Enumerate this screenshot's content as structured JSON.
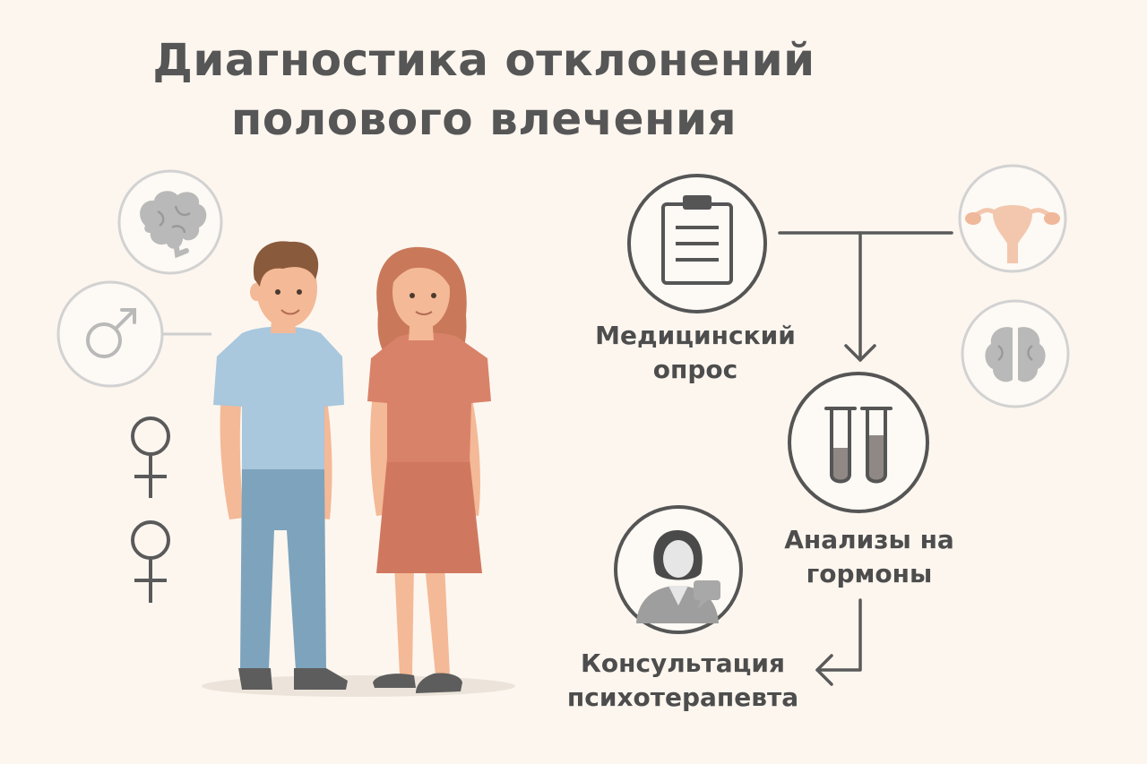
{
  "title": {
    "line1": "Диагностика отклонений",
    "line2": "полового влечения"
  },
  "steps": {
    "survey": {
      "line1": "Медицинский",
      "line2": "опрос",
      "icon": "clipboard-icon"
    },
    "tests": {
      "line1": "Анализы на",
      "line2": "гормоны",
      "icon": "test-tubes-icon"
    },
    "consult": {
      "line1": "Консультация",
      "line2": "психотерапевта",
      "icon": "therapist-icon"
    }
  },
  "side_icons": [
    "brain-icon",
    "male-symbol-icon",
    "female-symbol-icon",
    "female-symbol-icon",
    "uterus-icon",
    "brain-icon"
  ],
  "colors": {
    "background": "#fcf6ef",
    "text": "#565656",
    "outline": "#555555",
    "light_outline": "#cfcfcf",
    "man_shirt": "#a9c7dd",
    "man_pants": "#7ea3bd",
    "woman_dress": "#d9826a",
    "skin": "#f4b996"
  }
}
